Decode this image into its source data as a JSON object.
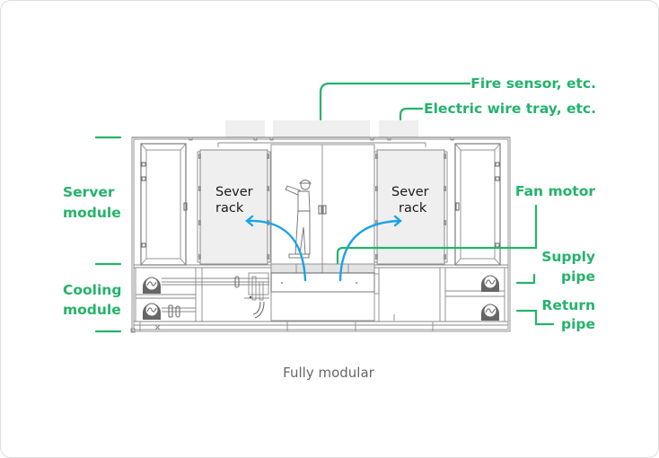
{
  "colors": {
    "label_green": "#24b36b",
    "airflow_blue": "#1aa3e8",
    "rack_fill": "#efefef",
    "caption_gray": "#666666",
    "drawing_line": "#8a8a8a"
  },
  "labels": {
    "fire_sensor": "Fire sensor, etc.",
    "wire_tray": "Electric wire tray, etc.",
    "server_module_line1": "Server",
    "server_module_line2": "module",
    "cooling_module_line1": "Cooling",
    "cooling_module_line2": "module",
    "fan_motor": "Fan motor",
    "supply_pipe_line1": "Supply",
    "supply_pipe_line2": "pipe",
    "return_pipe_line1": "Return",
    "return_pipe_line2": "pipe"
  },
  "racks": {
    "left_line1": "Sever",
    "left_line2": "rack",
    "right_line1": "Sever",
    "right_line2": "rack"
  },
  "caption": "Fully modular",
  "icons": {
    "worker": "person-worker-icon",
    "airflow": "arrow-icon",
    "fan": "fan-icon"
  }
}
